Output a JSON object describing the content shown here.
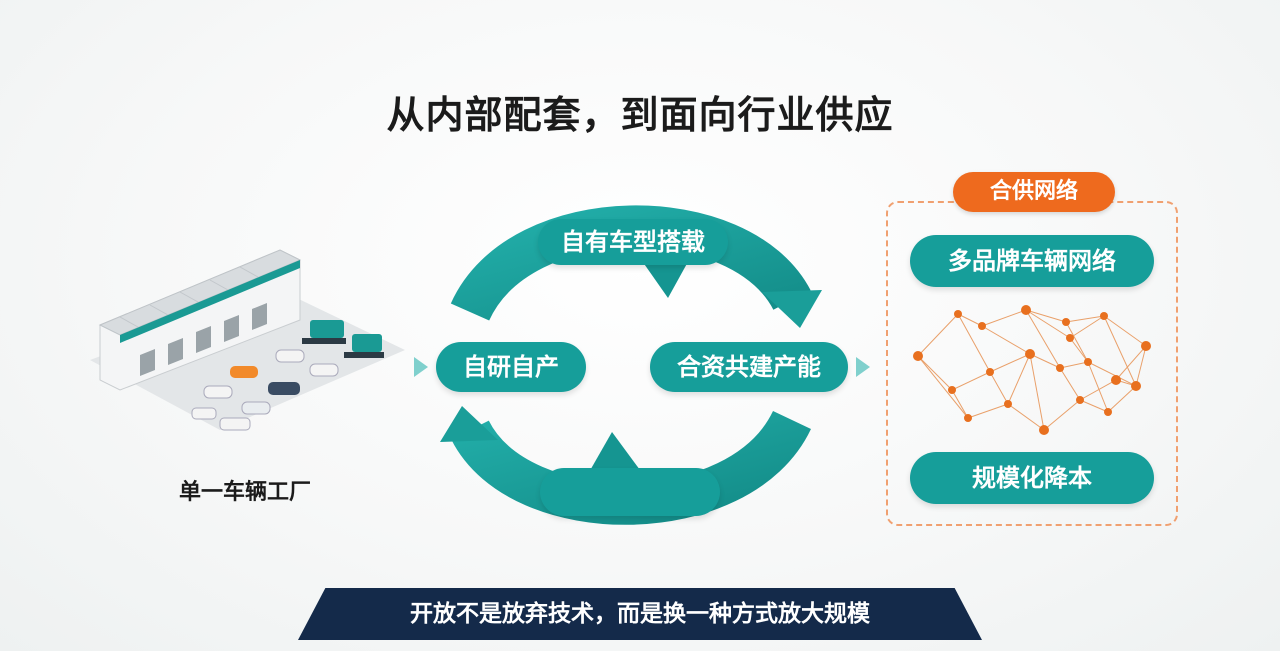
{
  "title": "从内部配套，到面向行业供应",
  "left": {
    "label": "单一车辆工厂",
    "icon": "factory-illustration"
  },
  "cycle": {
    "top": "自有车型搭载",
    "left": "自研自产",
    "right": "合资共建产能",
    "bottom": "",
    "color": "#169e9a"
  },
  "network": {
    "badge": "合供网络",
    "top_pill": "多品牌车辆网络",
    "bottom_pill": "规模化降本",
    "accent": "#ee6a1e",
    "pill_color": "#169e9a"
  },
  "banner": "开放不是放弃技术，而是换一种方式放大规模",
  "colors": {
    "teal": "#169e9a",
    "orange": "#ee6a1e",
    "navy": "#142a4a"
  }
}
